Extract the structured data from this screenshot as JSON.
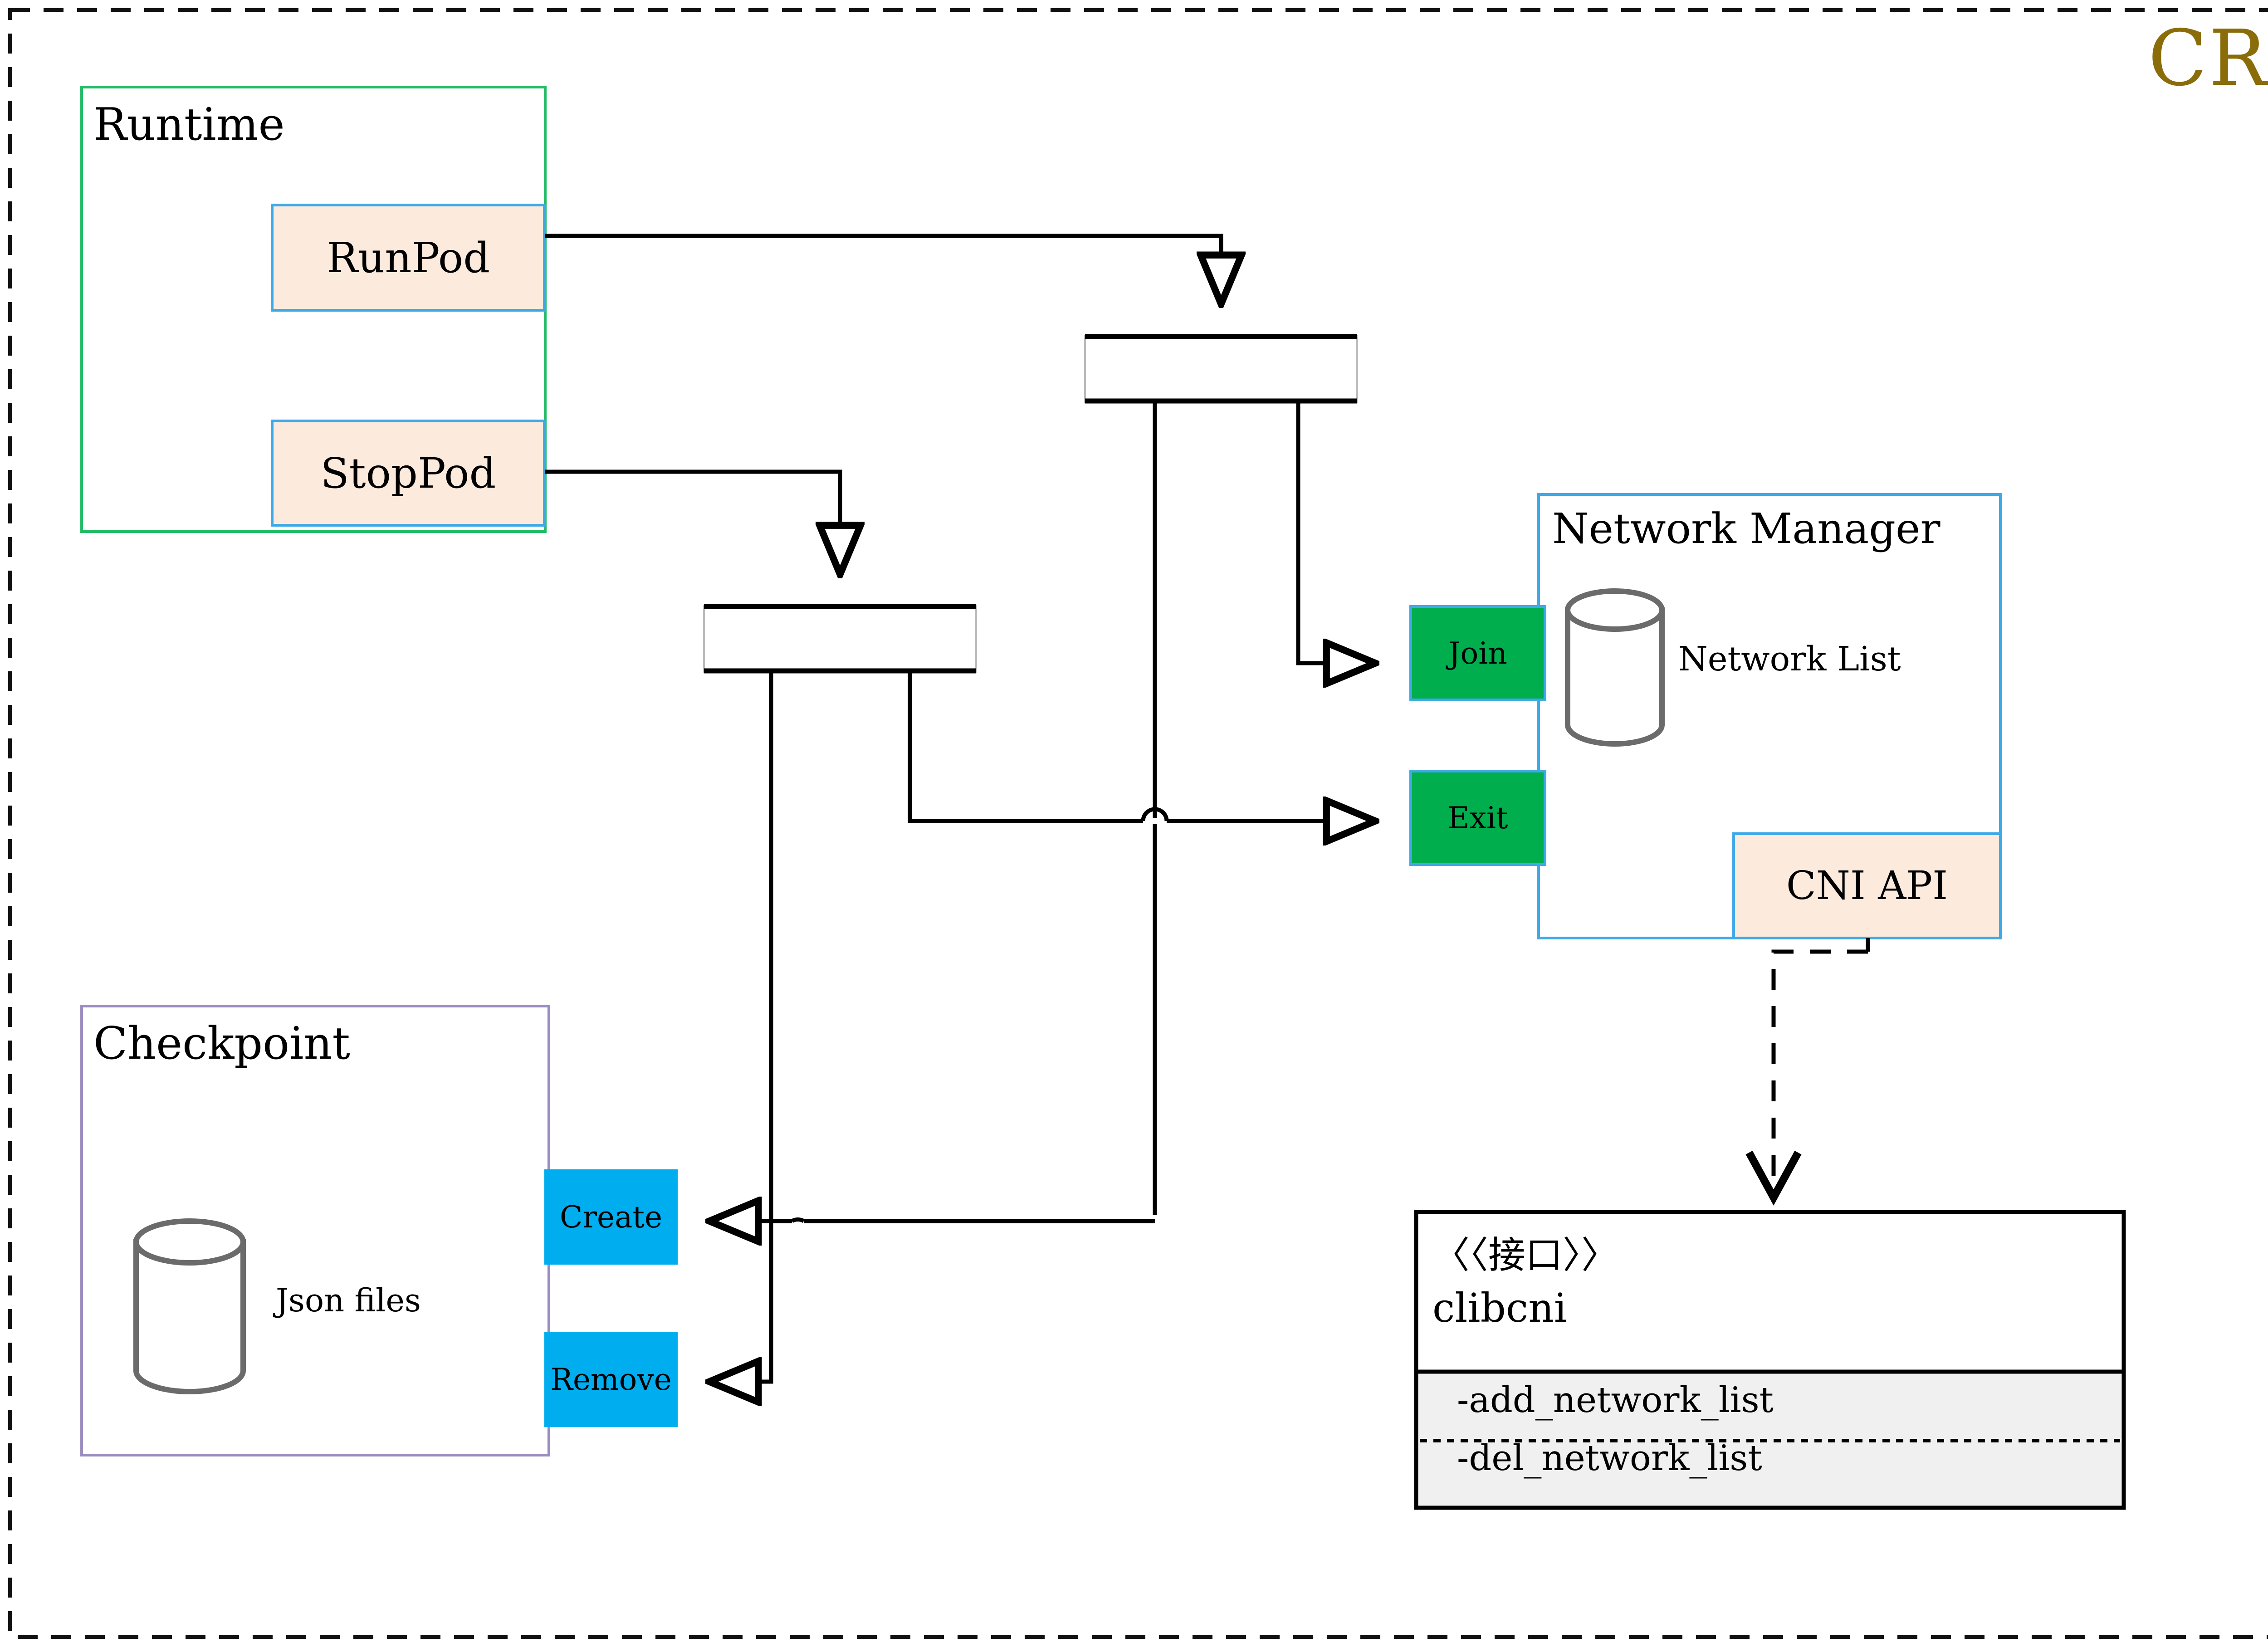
{
  "diagram": {
    "title": "CRI",
    "title_color": "#8a6d09",
    "frame": {
      "style": "dashed",
      "color": "#111111"
    },
    "groups": [
      {
        "id": "runtime",
        "label": "Runtime",
        "border_color": "#22bb66",
        "fill": "#ffffff",
        "members": [
          {
            "id": "runpod",
            "label": "RunPod",
            "fill": "#fcebdd",
            "border_color": "#3fa9e8"
          },
          {
            "id": "stoppod",
            "label": "StopPod",
            "fill": "#fcebdd",
            "border_color": "#3fa9e8"
          }
        ]
      },
      {
        "id": "checkpoint",
        "label": "Checkpoint",
        "border_color": "#9a8cc0",
        "fill": "#ffffff",
        "store": {
          "id": "json-files",
          "label": "Json files",
          "shape": "cylinder",
          "color": "#6b6b6b"
        },
        "members": [
          {
            "id": "create",
            "label": "Create",
            "fill": "#00aeef",
            "border_color": "#00aeef"
          },
          {
            "id": "remove",
            "label": "Remove",
            "fill": "#00aeef",
            "border_color": "#00aeef"
          }
        ]
      },
      {
        "id": "network-manager",
        "label": "Network Manager",
        "border_color": "#3fa9e8",
        "fill": "#ffffff",
        "store": {
          "id": "network-list",
          "label": "Network List",
          "shape": "cylinder",
          "color": "#6b6b6b"
        },
        "members": [
          {
            "id": "join",
            "label": "Join",
            "fill": "#00ae4d",
            "border_color": "#3fa9e8"
          },
          {
            "id": "exit",
            "label": "Exit",
            "fill": "#00ae4d",
            "border_color": "#3fa9e8"
          },
          {
            "id": "cni-api",
            "label": "CNI API",
            "fill": "#fcebdd",
            "border_color": "#3fa9e8"
          }
        ]
      }
    ],
    "junction_bars": [
      {
        "id": "bar-runpod",
        "label": ""
      },
      {
        "id": "bar-stoppod",
        "label": ""
      }
    ],
    "interface_class": {
      "id": "clibcni",
      "stereotype": "〈〈接口〉〉",
      "name": "clibcni",
      "header_fill": "#ffffff",
      "body_fill": "#f0f0f0",
      "border_color": "#000000",
      "operations": [
        "-add_network_list",
        "-del_network_list"
      ]
    },
    "connectors": [
      {
        "id": "runpod-to-bar1",
        "from": "runpod",
        "to": "bar-runpod",
        "style": "solid",
        "arrow": "open-triangle"
      },
      {
        "id": "stoppod-to-bar2",
        "from": "stoppod",
        "to": "bar-stoppod",
        "style": "solid",
        "arrow": "open-triangle"
      },
      {
        "id": "bar1-to-join",
        "from": "bar-runpod",
        "to": "join",
        "style": "solid",
        "arrow": "open-triangle"
      },
      {
        "id": "bar1-to-create",
        "from": "bar-runpod",
        "to": "create",
        "style": "solid",
        "arrow": "open-triangle"
      },
      {
        "id": "bar2-to-exit",
        "from": "bar-stoppod",
        "to": "exit",
        "style": "solid",
        "arrow": "open-triangle"
      },
      {
        "id": "bar2-to-remove",
        "from": "bar-stoppod",
        "to": "remove",
        "style": "solid",
        "arrow": "open-triangle"
      },
      {
        "id": "cniapi-to-clibcni",
        "from": "cni-api",
        "to": "clibcni",
        "style": "dashed",
        "arrow": "open-vee"
      }
    ]
  }
}
